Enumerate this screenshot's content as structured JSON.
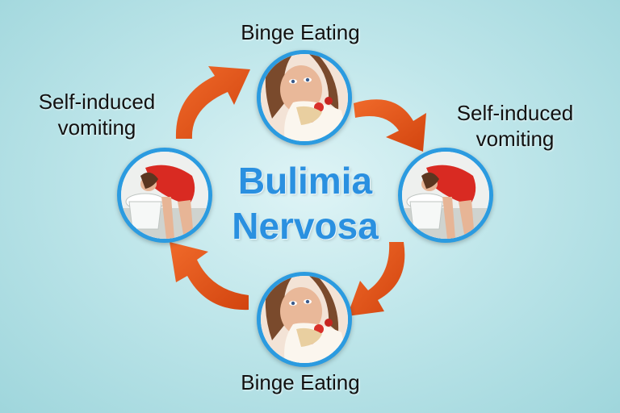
{
  "diagram": {
    "center_title": {
      "line1": "Bulimia",
      "line2": "Nervosa"
    },
    "nodes": [
      {
        "label": "Binge Eating",
        "image": "woman-eating-cake"
      },
      {
        "label": "Self-induced vomiting",
        "label_lines": [
          "Self-induced",
          "vomiting"
        ],
        "image": "woman-leaning-over-toilet"
      },
      {
        "label": "Binge Eating",
        "image": "woman-eating-cake"
      },
      {
        "label": "Self-induced vomiting",
        "label_lines": [
          "Self-induced",
          "vomiting"
        ],
        "image": "woman-leaning-over-toilet"
      }
    ],
    "cycle_order": [
      "top",
      "right",
      "bottom",
      "left"
    ],
    "colors": {
      "arrow": "#e5531b",
      "circle_border": "#2b9be0",
      "title": "#2a90e0",
      "background": "#bfe6ea"
    }
  }
}
